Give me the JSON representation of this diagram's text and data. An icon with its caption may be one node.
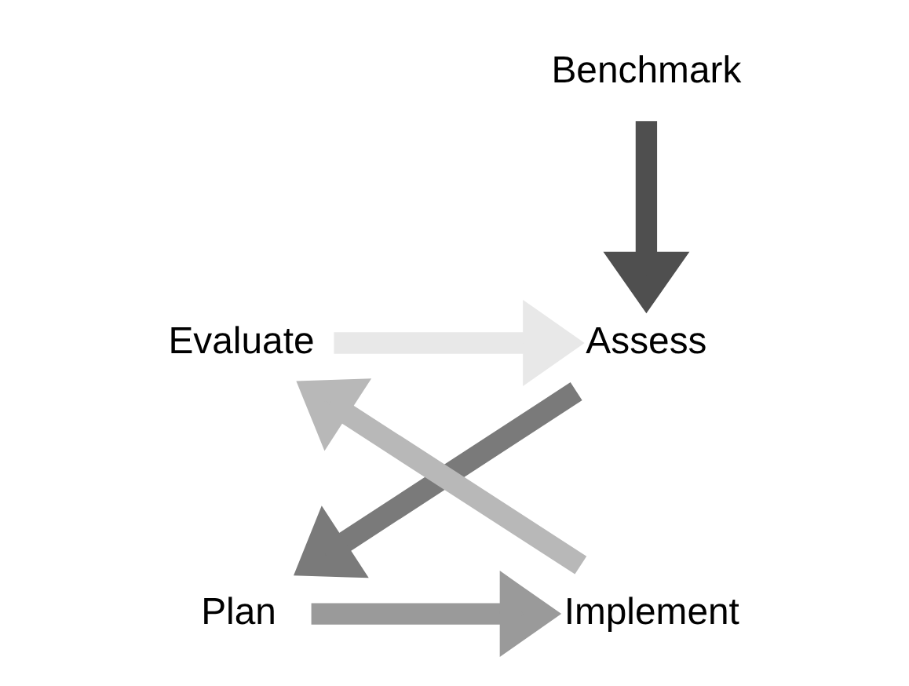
{
  "diagram": {
    "nodes": [
      {
        "text": [
          "Benchmark"
        ]
      },
      {
        "text": [
          "Evaluate"
        ]
      },
      {
        "text": [
          "Assess"
        ]
      },
      {
        "text": [
          "Implement"
        ]
      },
      {
        "text": [
          "Plan"
        ]
      }
    ],
    "edges": [
      {
        "from": 0,
        "to": 2,
        "arrow": "to",
        "color": "#4f4f4f"
      },
      {
        "from": 2,
        "to": 4,
        "arrow": "to",
        "color": "#7a7a7a"
      },
      {
        "from": 4,
        "to": 3,
        "arrow": "to",
        "color": "#9a9a9a"
      },
      {
        "from": 3,
        "to": 1,
        "arrow": "to",
        "color": "#b8b8b8"
      },
      {
        "from": 1,
        "to": 2,
        "arrow": "to",
        "color": "#e8e8e8"
      }
    ]
  }
}
